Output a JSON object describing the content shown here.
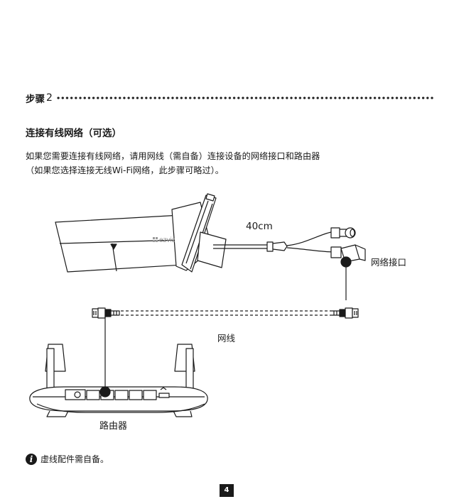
{
  "step": {
    "label": "步骤",
    "number": "2"
  },
  "section_title": "连接有线网络（可选）",
  "body_lines": [
    "如果您需要连接有线网络，请用网线（需自备）连接设备的网络接口和路由器",
    "（如果您选择连接无线Wi-Fi网络，此步骤可略过）。"
  ],
  "diagram": {
    "cable_length_label": "40cm",
    "port_label": "网络接口",
    "cable_label": "网线",
    "router_label": "路由器",
    "brand_logo": "ezviz"
  },
  "note": {
    "icon": "info-icon",
    "text": "虚线配件需自备。"
  },
  "page_number": "4"
}
